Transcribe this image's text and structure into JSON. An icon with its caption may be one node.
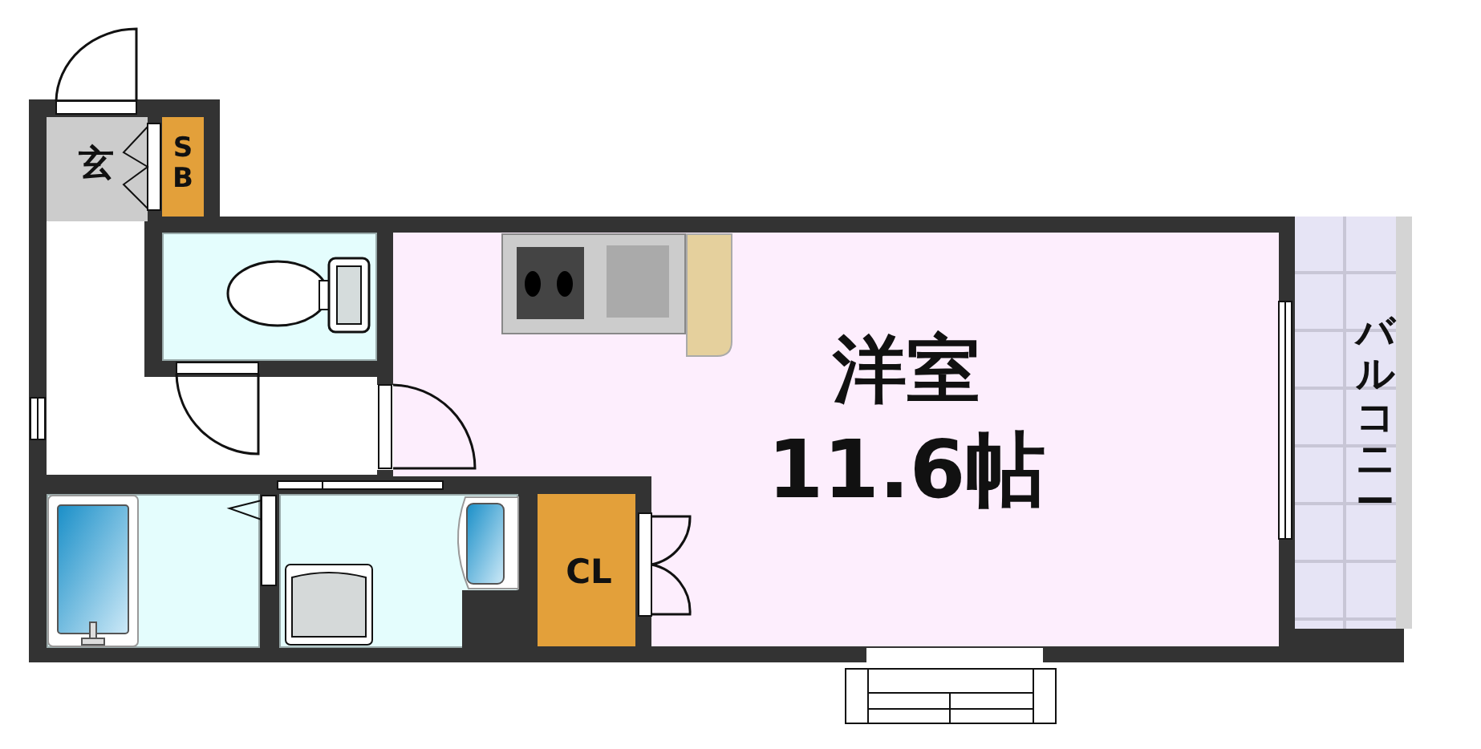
{
  "diagram": {
    "nodes": [
      {
        "text": [
          "玄"
        ]
      },
      {
        "text": [
          "SB"
        ]
      },
      {
        "text": [],
        "shape": "box"
      },
      {
        "text": [
          "洋室",
          "11.6帖"
        ]
      },
      {
        "text": [],
        "shape": "box"
      },
      {
        "text": [],
        "shape": "box"
      },
      {
        "text": [
          "CL"
        ]
      },
      {
        "text": [
          "バルコニー"
        ]
      }
    ]
  }
}
